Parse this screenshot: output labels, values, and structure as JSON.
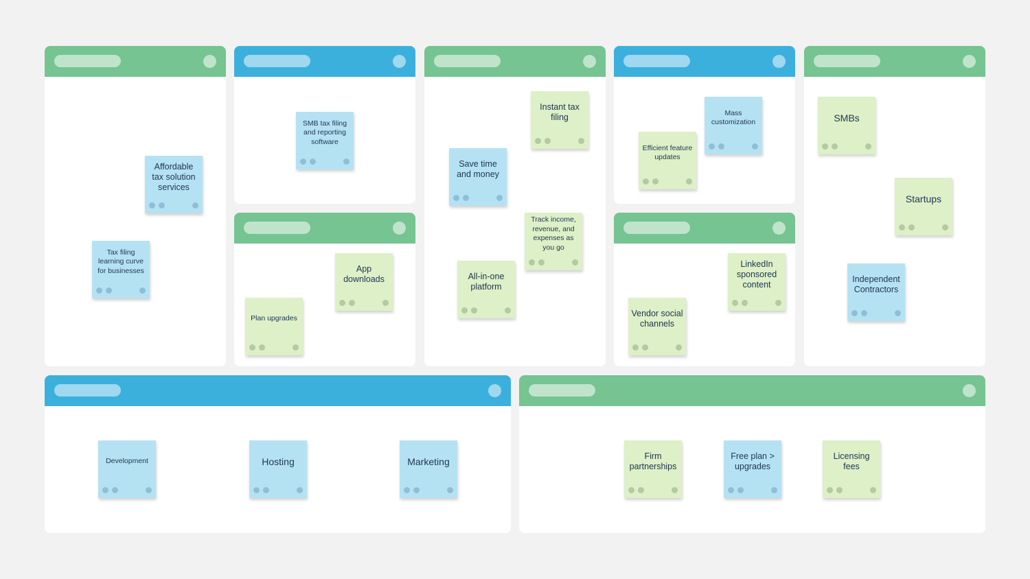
{
  "canvas": {
    "title": "Lean canvas sticky-note board",
    "colors": {
      "background": "#f2f2f2",
      "panel": "#ffffff",
      "header_green": "#75c491",
      "header_blue": "#3cb0dc",
      "note_green": "#ddf0c7",
      "note_blue": "#b5e2f3",
      "text": "#1e3552"
    }
  },
  "panels": {
    "p1": {
      "header_color": "green",
      "notes": [
        "Affordable tax solution services",
        "Tax filing learning curve for businesses"
      ]
    },
    "p2a": {
      "header_color": "blue",
      "notes": [
        "SMB tax filing and reporting software"
      ]
    },
    "p2b": {
      "header_color": "green",
      "notes": [
        "App downloads",
        "Plan upgrades"
      ]
    },
    "p3": {
      "header_color": "green",
      "notes": [
        "Instant tax filing",
        "Save time and money",
        "Track income, revenue, and expenses as you go",
        "All-in-one platform"
      ]
    },
    "p4a": {
      "header_color": "blue",
      "notes": [
        "Mass customization",
        "Efficient feature updates"
      ]
    },
    "p4b": {
      "header_color": "green",
      "notes": [
        "LinkedIn sponsored content",
        "Vendor social channels"
      ]
    },
    "p5": {
      "header_color": "green",
      "notes": [
        "SMBs",
        "Startups",
        "Independent Contractors"
      ]
    },
    "p6": {
      "header_color": "blue",
      "notes": [
        "Development",
        "Hosting",
        "Marketing"
      ]
    },
    "p7": {
      "header_color": "green",
      "notes": [
        "Firm partnerships",
        "Free plan > upgrades",
        "Licensing fees"
      ]
    }
  }
}
